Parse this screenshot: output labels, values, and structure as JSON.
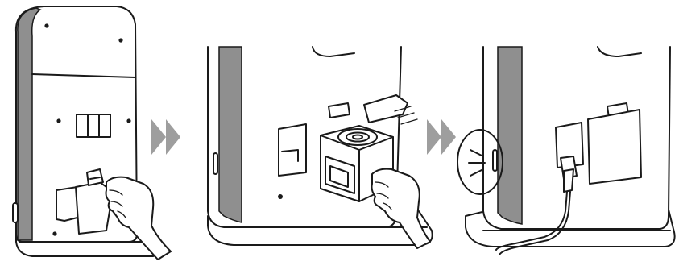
{
  "diagram": {
    "steps": [
      {
        "icon": "device-back-panel-with-cover"
      },
      {
        "icon": "insert-module-cartridge"
      },
      {
        "icon": "connect-cable-click"
      }
    ],
    "arrows": [
      {
        "icon": "double-chevron-right-icon"
      },
      {
        "icon": "double-chevron-right-icon"
      }
    ],
    "colors": {
      "outline": "#1a1a1a",
      "accent_band": "#8f8f8f",
      "arrow": "#9e9e9e",
      "light_fill": "#ffffff"
    }
  }
}
